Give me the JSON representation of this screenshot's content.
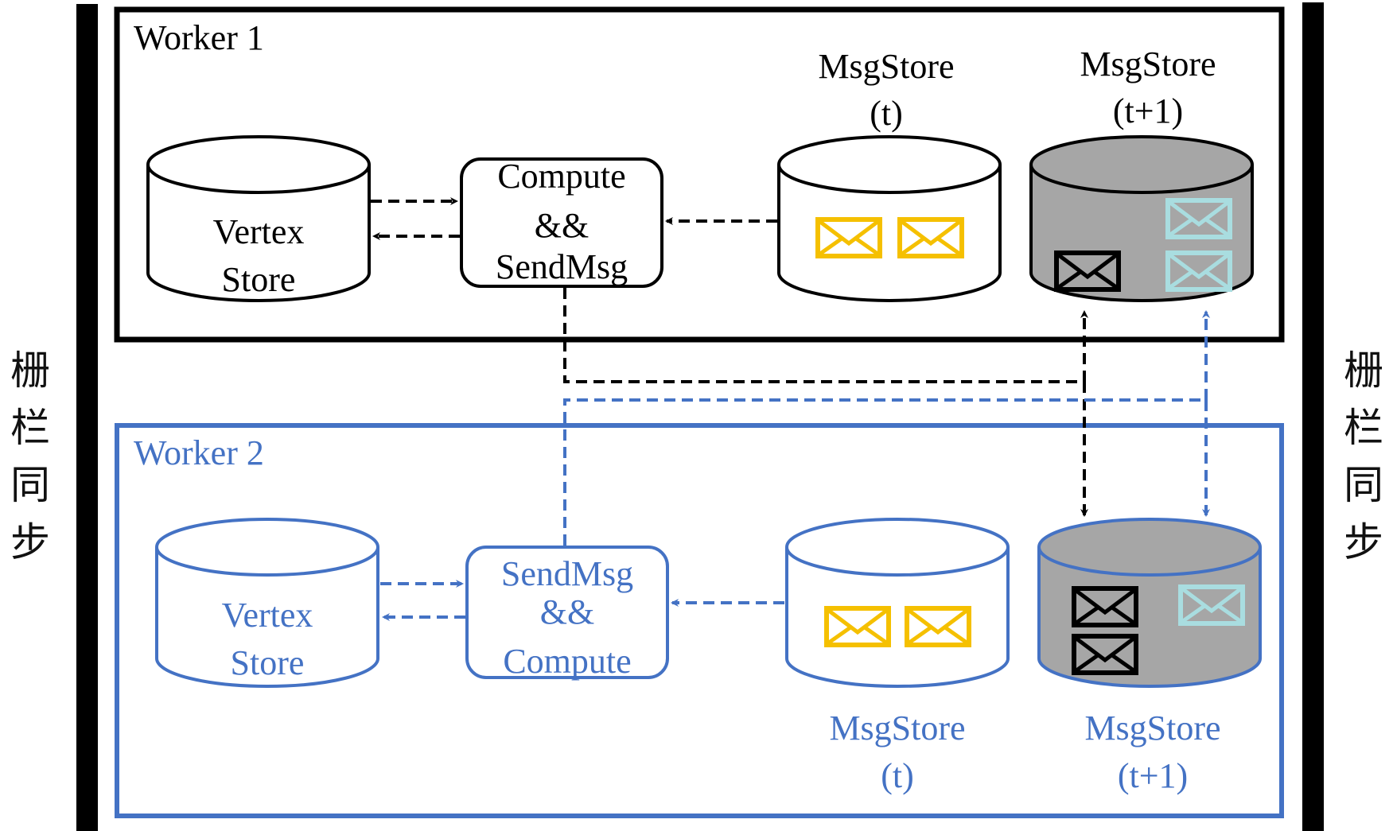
{
  "colors": {
    "worker1": "#000000",
    "worker2": "#4472c4",
    "envelope_yellow": "#f5c000",
    "envelope_cyan": "#a9dde0",
    "envelope_black": "#000000",
    "store_gray": "#a6a6a6",
    "barrier": "#000000"
  },
  "barrier": {
    "left_label": "栅栏同步",
    "right_label": "栅栏同步"
  },
  "worker1": {
    "title": "Worker 1",
    "vertex_store": [
      "Vertex",
      "Store"
    ],
    "compute": [
      "Compute",
      "&&",
      "SendMsg"
    ],
    "msgstore_t": [
      "MsgStore",
      "(t)"
    ],
    "msgstore_t1": [
      "MsgStore",
      "(t+1)"
    ]
  },
  "worker2": {
    "title": "Worker 2",
    "vertex_store": [
      "Vertex",
      "Store"
    ],
    "compute": [
      "SendMsg",
      "&&",
      "Compute"
    ],
    "msgstore_t": [
      "MsgStore",
      "(t)"
    ],
    "msgstore_t1": [
      "MsgStore",
      "(t+1)"
    ]
  },
  "icons": {
    "envelope": "envelope-icon",
    "database": "database-cylinder-icon"
  }
}
